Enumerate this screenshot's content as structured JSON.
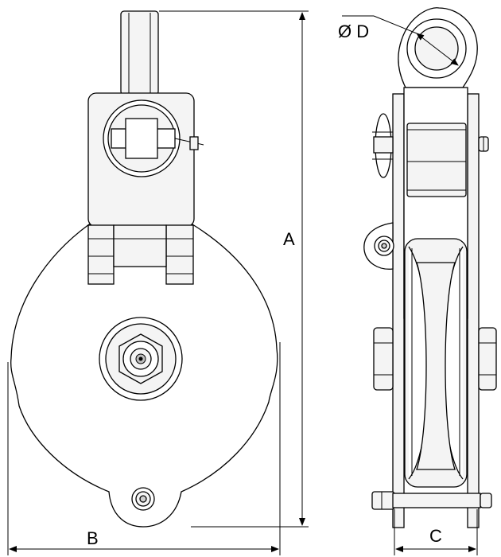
{
  "dimensions": {
    "a": "A",
    "b": "B",
    "c": "C",
    "d": "Ø D"
  },
  "colors": {
    "line": "#000000",
    "fill": "#f4f4f4",
    "shade": "#cfcfcf",
    "background": "#ffffff"
  }
}
